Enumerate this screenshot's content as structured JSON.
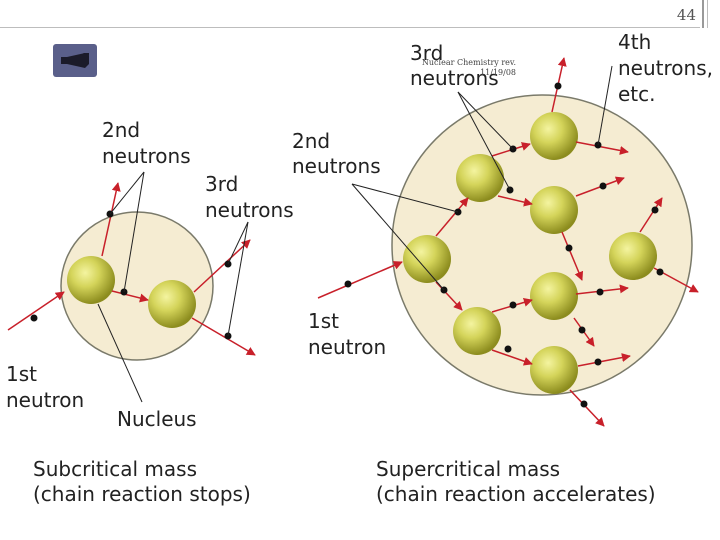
{
  "slide": {
    "number": "44",
    "footer_line1": "Nuclear Chemistry rev.",
    "footer_line2": "11/19/08",
    "icon": "speaker-icon"
  },
  "diagram": {
    "left": {
      "label_2nd_line1": "2nd",
      "label_2nd_line2": "neutrons",
      "label_3rd_line1": "3rd",
      "label_3rd_line2": "neutrons",
      "label_1st_line1": "1st",
      "label_1st_line2": "neutron",
      "nucleus_label": "Nucleus",
      "caption_line1": "Subcritical mass",
      "caption_line2": "(chain reaction stops)"
    },
    "right": {
      "label_3rd_line1": "3rd",
      "label_3rd_line2": "neutrons",
      "label_4th_line1": "4th",
      "label_4th_line2": "neutrons,",
      "label_4th_line3": "etc.",
      "label_2nd_line1": "2nd",
      "label_2nd_line2": "neutrons",
      "label_1st_line1": "1st",
      "label_1st_line2": "neutron",
      "caption_line1": "Supercritical mass",
      "caption_line2": "(chain reaction accelerates)"
    },
    "colors": {
      "mass_fill": "#f5ecd2",
      "mass_stroke": "#7a7a6a",
      "nucleus_light": "#eeee8a",
      "nucleus_dark": "#8c8c1e",
      "arrow": "#c8202a",
      "neutron": "#111111"
    }
  }
}
